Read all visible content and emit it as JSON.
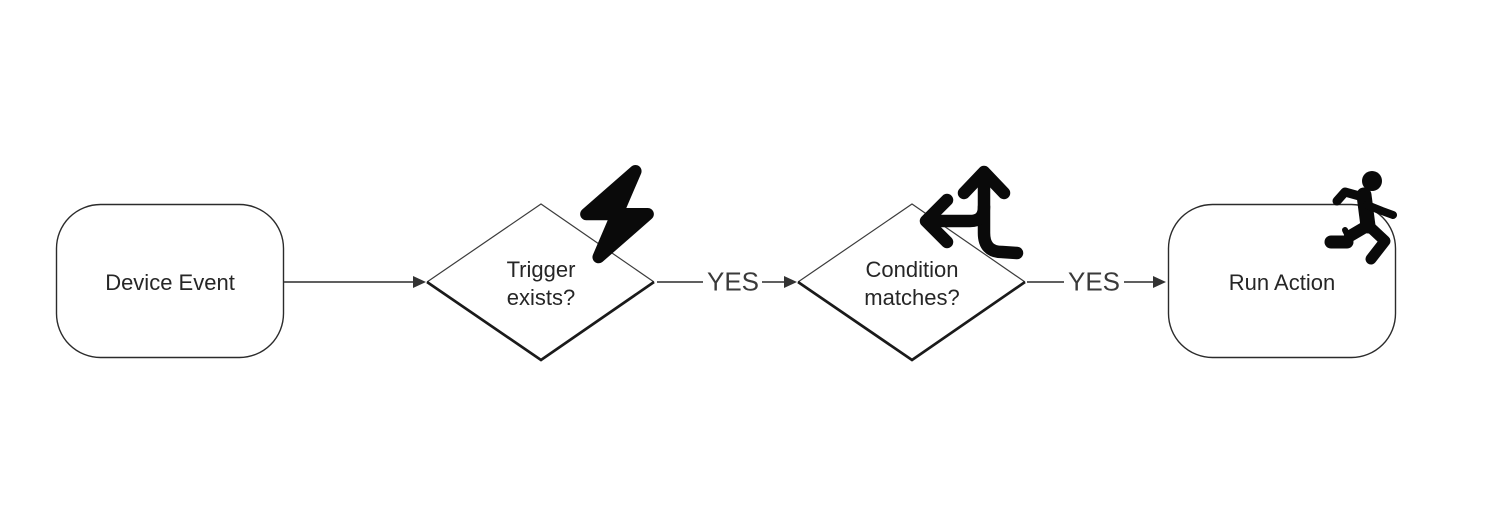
{
  "flowchart": {
    "nodes": {
      "start": {
        "label": "Device Event",
        "shape": "rounded-rectangle"
      },
      "decision1": {
        "label_line1": "Trigger",
        "label_line2": "exists?",
        "shape": "diamond",
        "icon": "lightning-bolt"
      },
      "decision2": {
        "label_line1": "Condition",
        "label_line2": "matches?",
        "shape": "diamond",
        "icon": "split-arrows-up-and-left"
      },
      "end": {
        "label": "Run Action",
        "shape": "rounded-rectangle",
        "icon": "person-running"
      }
    },
    "edges": [
      {
        "from": "start",
        "to": "decision1",
        "label": ""
      },
      {
        "from": "decision1",
        "to": "decision2",
        "label": "YES"
      },
      {
        "from": "decision2",
        "to": "end",
        "label": "YES"
      }
    ],
    "colors": {
      "background": "#ffffff",
      "node_stroke": "#2b2b2b",
      "diamond_bottom_stroke": "#1a1a1a",
      "connector": "#4a4a4a",
      "arrowhead": "#333333",
      "icon": "#0a0a0a",
      "text": "#262626",
      "edge_label_text": "#3a3a3a"
    }
  }
}
